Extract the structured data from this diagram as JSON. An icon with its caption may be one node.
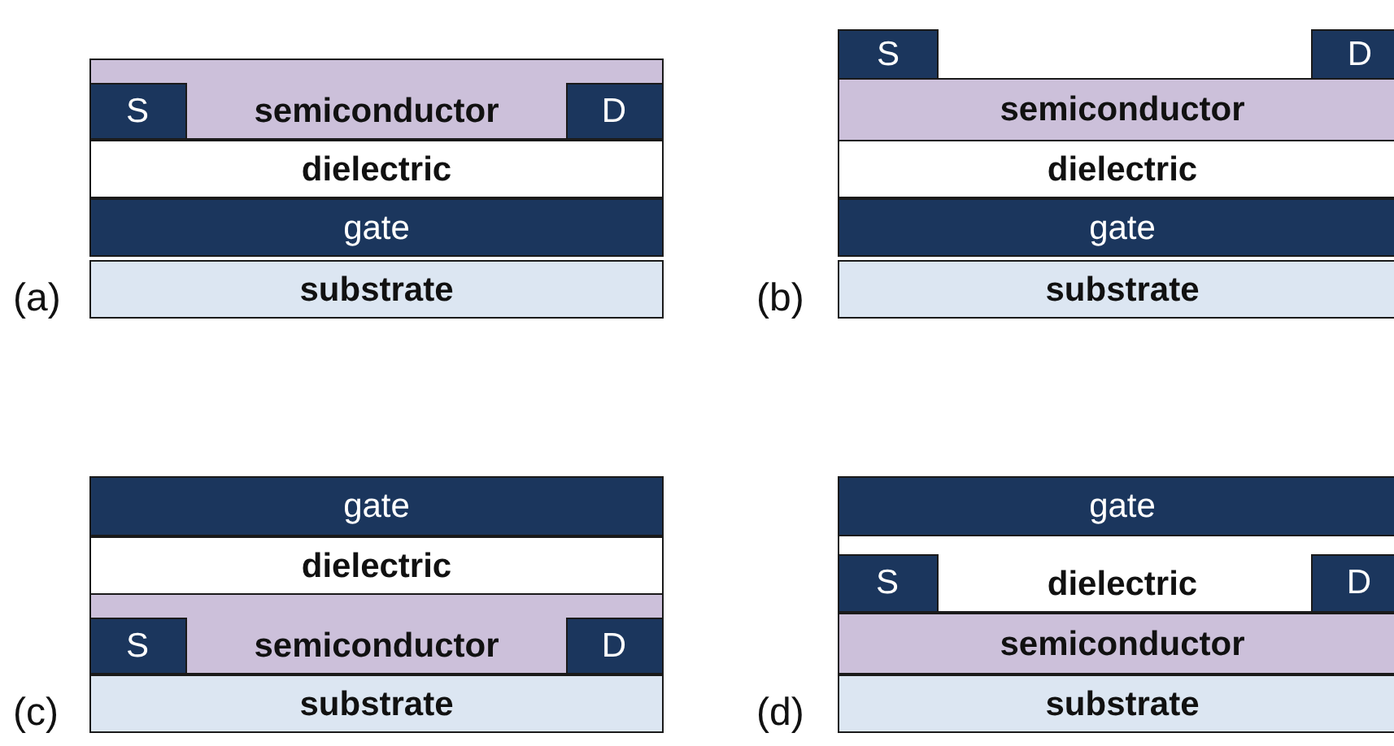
{
  "diagram": {
    "nodes": [
      {
        "text": [
          "semiconductor"
        ]
      },
      {
        "text": [
          "S"
        ],
        "in": 0
      },
      {
        "text": [
          "D"
        ],
        "in": 0
      },
      {
        "text": [
          "dielectric"
        ]
      },
      {
        "text": [
          "gate"
        ]
      },
      {
        "text": [
          "substrate"
        ]
      },
      {
        "text": [
          "S"
        ]
      },
      {
        "text": [
          "D"
        ]
      },
      {
        "text": [
          "semiconductor"
        ]
      },
      {
        "text": [
          "dielectric"
        ]
      },
      {
        "text": [
          "gate"
        ]
      },
      {
        "text": [
          "substrate"
        ]
      },
      {
        "text": [
          "gate"
        ]
      },
      {
        "text": [
          "dielectric"
        ]
      },
      {
        "text": [
          "semiconductor"
        ]
      },
      {
        "text": [
          "S"
        ],
        "in": 14
      },
      {
        "text": [
          "D"
        ],
        "in": 14
      },
      {
        "text": [
          "substrate"
        ]
      },
      {
        "text": [
          "gate"
        ]
      },
      {
        "text": [
          "dielectric"
        ]
      },
      {
        "text": [
          "S"
        ],
        "in": 19
      },
      {
        "text": [
          "D"
        ],
        "in": 19
      },
      {
        "text": [
          "semiconductor"
        ]
      },
      {
        "text": [
          "substrate"
        ]
      }
    ],
    "labels": [
      "(a)",
      "(b)",
      "(c)",
      "(d)"
    ]
  }
}
